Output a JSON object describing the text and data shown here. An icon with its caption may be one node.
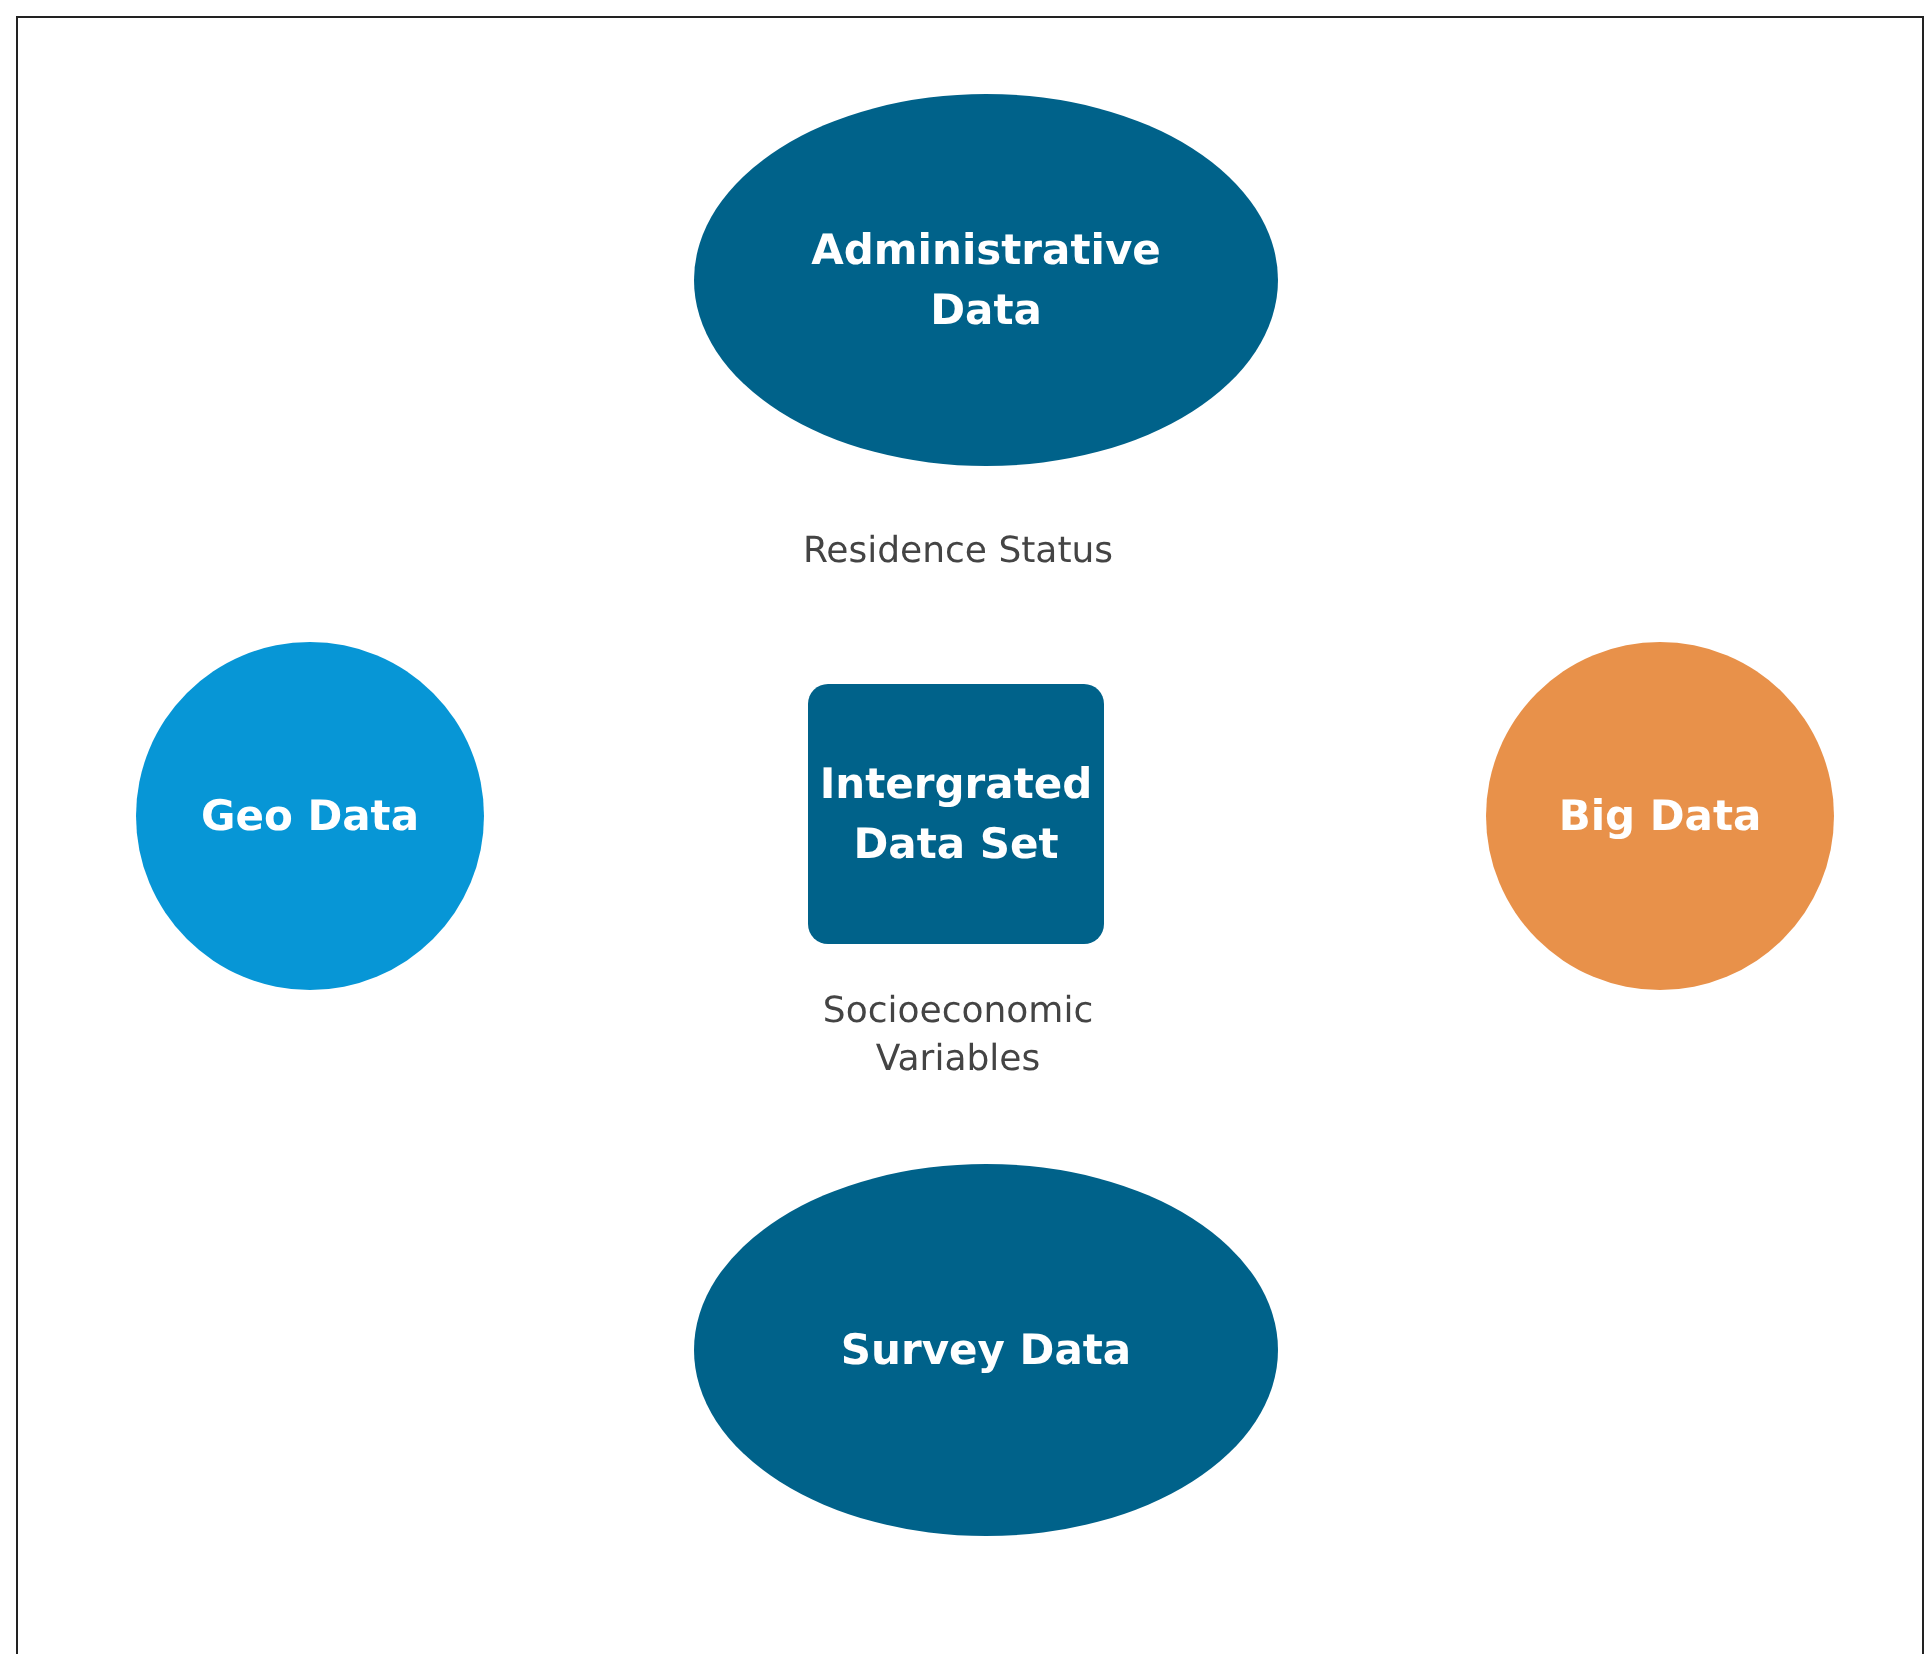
{
  "diagram": {
    "nodes": [
      {
        "text": [
          "Administrative Data"
        ]
      },
      {
        "text": [
          "Geo Data"
        ]
      },
      {
        "text": [
          "Intergrated Data Set"
        ]
      },
      {
        "text": [
          "Big Data"
        ]
      },
      {
        "text": [
          "Survey Data"
        ]
      }
    ],
    "labels": [
      "Residence Status",
      "Socioeconomic Variables"
    ]
  }
}
